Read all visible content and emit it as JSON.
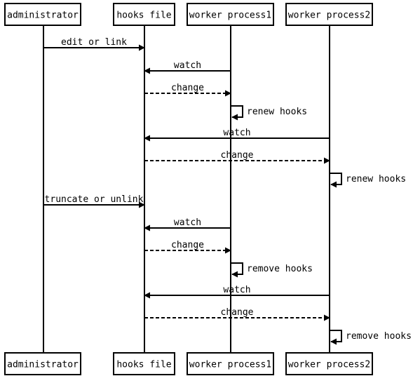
{
  "participants": [
    {
      "id": "admin",
      "label": "administrator"
    },
    {
      "id": "hooks",
      "label": "hooks file"
    },
    {
      "id": "wp1",
      "label": "worker process1"
    },
    {
      "id": "wp2",
      "label": "worker process2"
    }
  ],
  "messages": [
    {
      "from": "admin",
      "to": "hooks",
      "label": "edit or link",
      "style": "solid"
    },
    {
      "from": "wp1",
      "to": "hooks",
      "label": "watch",
      "style": "solid"
    },
    {
      "from": "hooks",
      "to": "wp1",
      "label": "change",
      "style": "dashed"
    },
    {
      "from": "wp1",
      "to": "wp1",
      "label": "renew hooks",
      "style": "self"
    },
    {
      "from": "wp2",
      "to": "hooks",
      "label": "watch",
      "style": "solid"
    },
    {
      "from": "hooks",
      "to": "wp2",
      "label": "change",
      "style": "dashed"
    },
    {
      "from": "wp2",
      "to": "wp2",
      "label": "renew hooks",
      "style": "self"
    },
    {
      "from": "admin",
      "to": "hooks",
      "label": "truncate or unlink",
      "style": "solid"
    },
    {
      "from": "wp1",
      "to": "hooks",
      "label": "watch",
      "style": "solid"
    },
    {
      "from": "hooks",
      "to": "wp1",
      "label": "change",
      "style": "dashed"
    },
    {
      "from": "wp1",
      "to": "wp1",
      "label": "remove hooks",
      "style": "self"
    },
    {
      "from": "wp2",
      "to": "hooks",
      "label": "watch",
      "style": "solid"
    },
    {
      "from": "hooks",
      "to": "wp2",
      "label": "change",
      "style": "dashed"
    },
    {
      "from": "wp2",
      "to": "wp2",
      "label": "remove hooks",
      "style": "self"
    }
  ]
}
